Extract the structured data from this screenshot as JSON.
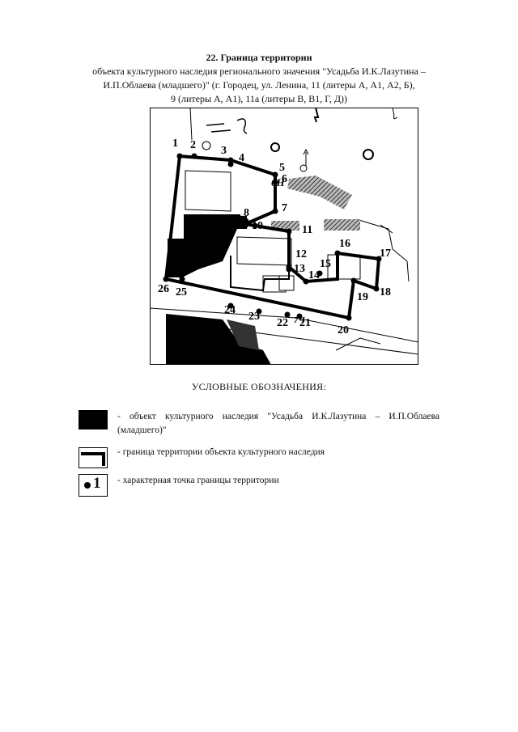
{
  "document": {
    "title": "22. Граница территории",
    "subtitle_lines": [
      "объекта культурного наследия регионального значения \"Усадьба И.К.Лазутина –",
      "И.П.Облаева (младшего)\" (г. Городец, ул. Ленина, 11 (литеры А, А1, А2, Б),",
      "9 (литеры А, А1), 11а (литеры В, В1, Г, Д))"
    ]
  },
  "map": {
    "point_labels": [
      "1",
      "2",
      "3",
      "4",
      "5",
      "6",
      "7",
      "8",
      "9",
      "10",
      "11",
      "12",
      "13",
      "14",
      "15",
      "16",
      "17",
      "18",
      "19",
      "20",
      "21",
      "22",
      "23",
      "24",
      "25",
      "26"
    ],
    "street_labels": [
      "6Н",
      "7Ч"
    ],
    "colors": {
      "ink": "#000000",
      "paper": "#ffffff",
      "hatch": "#555555"
    }
  },
  "legend": {
    "title": "УСЛОВНЫЕ ОБОЗНАЧЕНИЯ:",
    "items": [
      {
        "symbol": "filled-rectangle",
        "text": "- объект культурного наследия \"Усадьба И.К.Лазутина – И.П.Облаева (младшего)\""
      },
      {
        "symbol": "boundary-line",
        "text": "- граница территории объекта культурного наследия"
      },
      {
        "symbol": "boundary-point",
        "label": "1",
        "text": "- характерная точка границы территории"
      }
    ]
  }
}
